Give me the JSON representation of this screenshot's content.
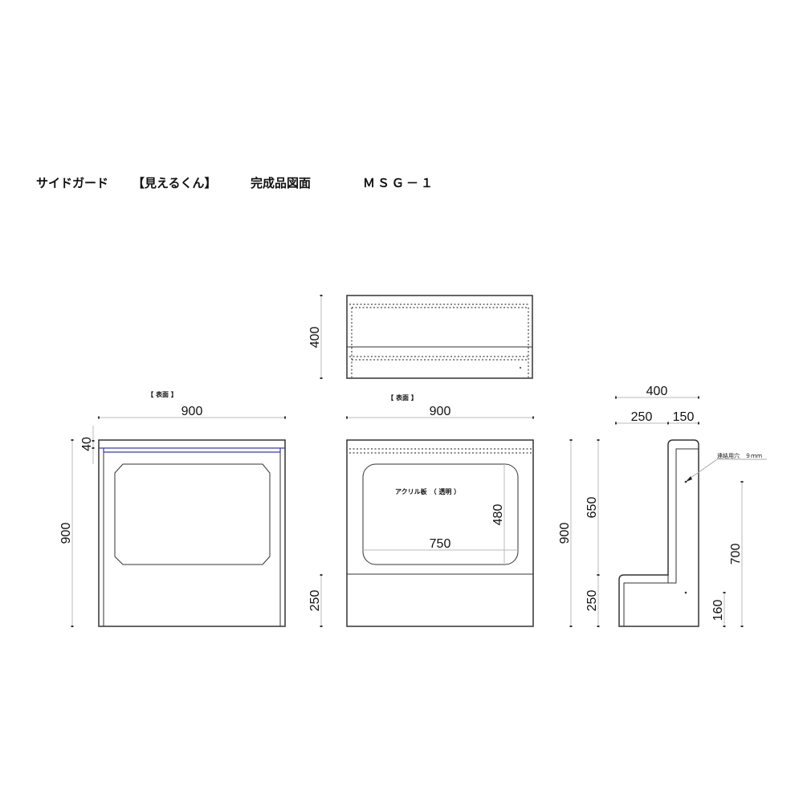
{
  "header": {
    "product": "サイドガード",
    "name": "【見えるくん】",
    "doc_type": "完成品図面",
    "model": "ＭＳＧ－１"
  },
  "top_view": {
    "depth_dim": "400"
  },
  "back_view": {
    "label": "【 表面 】",
    "width_dim": "900",
    "height_dim": "900",
    "top_band_dim": "40"
  },
  "front_view": {
    "label": "【 表面 】",
    "width_dim": "900",
    "height_dim": "900",
    "base_dim": "250",
    "panel_label": "アクリル板　（ 透明 ）",
    "panel_width_dim": "750",
    "panel_height_dim": "480"
  },
  "side_view": {
    "depth_dim": "400",
    "base_depth_dim": "250",
    "upper_depth_dim": "150",
    "upper_height_dim": "650",
    "base_height_dim": "250",
    "hole_upper_dim": "700",
    "hole_lower_dim": "160",
    "hole_note": "連結用穴　９ｍｍ"
  }
}
